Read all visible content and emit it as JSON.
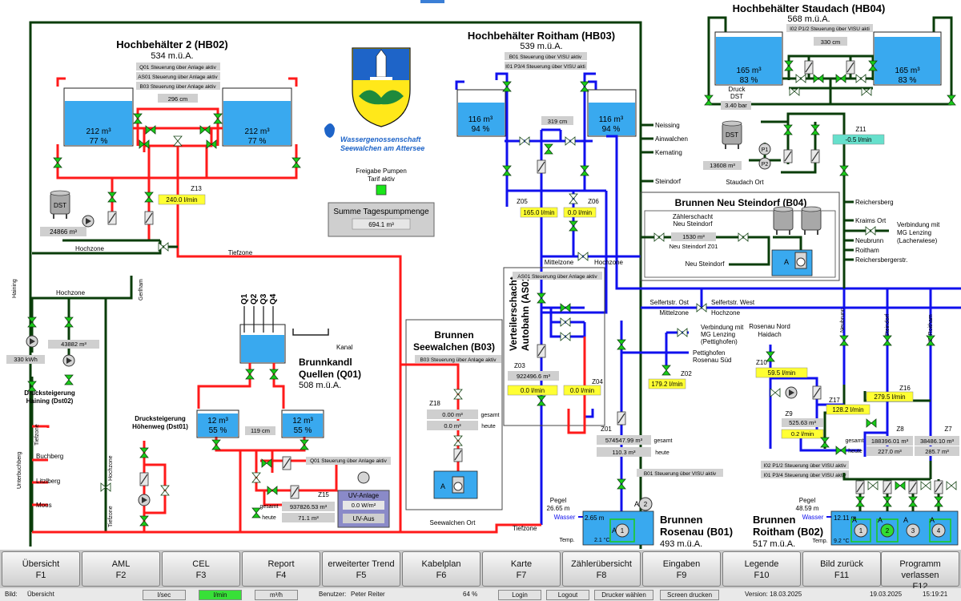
{
  "colors": {
    "red": "#ff1a1a",
    "blue": "#1010ee",
    "green": "#0a3d0a",
    "water": "#39a9ef",
    "valve": "#19cc19",
    "yellow": "#ffff33",
    "cyan": "#66e0cc",
    "grey": "#cfcfcf"
  },
  "hb02": {
    "title": "Hochbehälter 2 (HB02)",
    "elev": "534 m.ü.A.",
    "ctrl": [
      "Q01 Steuerung über Anlage aktiv",
      "AS01 Steuerung über Anlage aktiv",
      "B03 Steuerung über Anlage aktiv"
    ],
    "level": "296 cm",
    "left": {
      "vol": "212 m³",
      "pct": "77 %"
    },
    "right": {
      "vol": "212 m³",
      "pct": "77 %"
    },
    "z13": "Z13",
    "flow": "240.0 l/min",
    "dst": "DST",
    "counter": "24866 m³",
    "hochzone": "Hochzone",
    "tiefzone": "Tiefzone"
  },
  "hb03": {
    "title": "Hochbehälter Roitham (HB03)",
    "elev": "539 m.ü.A.",
    "ctrl": [
      "B01 Steuerung über VISU aktiv",
      "I01 P3/4 Steuerung über VISU akti"
    ],
    "level": "319 cm",
    "left": {
      "vol": "116 m³",
      "pct": "94 %"
    },
    "right": {
      "vol": "116 m³",
      "pct": "94 %"
    },
    "z05": "Z05",
    "z06": "Z06",
    "flow05": "165.0 l/min",
    "flow06": "0.0 l/min",
    "mittelzone": "Mittelzone",
    "hochzone": "Hochzone"
  },
  "hb04": {
    "title": "Hochbehälter Staudach (HB04)",
    "elev": "568 m.ü.A.",
    "ctrl": "I02 P1/2 Steuerung über VISU akti",
    "level": "330 cm",
    "left": {
      "vol": "165 m³",
      "pct": "83 %"
    },
    "right": {
      "vol": "165 m³",
      "pct": "83 %"
    },
    "druck": [
      "Druck",
      "DST"
    ],
    "pressure": "3.40 bar",
    "dst": "DST",
    "counter": "13608 m³",
    "p1": "P1",
    "p2": "P2",
    "z11": "Z11",
    "flow": "-0.5 l/min",
    "staudach": "Staudach Ort"
  },
  "logo": {
    "line1": "Wassergenossenschaft",
    "line2": "Seewalchen am Attersee"
  },
  "pumps": {
    "label1": "Freigabe Pumpen",
    "label2": "Tarif aktiv"
  },
  "summary": {
    "title": "Summe Tagespumpmenge",
    "value": "694.1 m³"
  },
  "network": {
    "neissing": "Neissing",
    "ainwalchen": "Ainwalchen",
    "kemating": "Kemating",
    "steindorf": "Steindorf",
    "reichersberg": "Reichersberg",
    "kraims": "Kraims Ort",
    "lenzing": [
      "Verbindung mit",
      "MG Lenzing",
      "(Lacherwiese)"
    ],
    "neubrunn": "Neubrunn",
    "roitham": "Roitham",
    "reichersbergerstr": "Reichersbergerstr.",
    "selfertst_ost": "Selfertstr. Ost",
    "selfertst_west": "Selfertstr. West",
    "mittelzone": "Mittelzone",
    "hochzone": "Hochzone",
    "lenzing2": [
      "Verbindung mit",
      "MG Lenzing",
      "(Pettighofen)"
    ],
    "pettighofen": [
      "Pettighofen",
      "Rosenau Süd"
    ],
    "haining": "Haining",
    "hochzone_l": "Hochzone",
    "gerlham": "Gerlham",
    "tiefzone_b": "Tiefzone",
    "seewalchen_ort": "Seewalchen Ort",
    "tiefzone_r": "Tiefzone",
    "unterbuchberg": "Unterbuchberg",
    "buchberg": "Buchberg",
    "litzlberg": "Litzlberg",
    "moos": "Moos",
    "tiefzone_v": "Tiefzone",
    "hochzone_v": "Hochzone",
    "tiefzone_v2": "Tiefzone",
    "vneubrunn": "Neubrunn",
    "vsteindorf": "Steindorf",
    "vroitham": "HB Roitham"
  },
  "b04": {
    "title": "Brunnen Neu Steindorf (B04)",
    "zs": [
      "Zählerschacht",
      "Neu Steindorf"
    ],
    "counter": "1530 m³",
    "z01": "Neu Steindorf Z01",
    "ort": "Neu Steindorf",
    "a": "A"
  },
  "dst02": {
    "kwh": "330 kWh",
    "counter": "43882 m³",
    "title": [
      "Drucksteigerung",
      "Haining (Dst02)"
    ]
  },
  "dst01": {
    "title": [
      "Drucksteigerung",
      "Höhenweg (Dst01)"
    ]
  },
  "q01": {
    "q": [
      "Q1",
      "Q2",
      "Q3",
      "Q4"
    ],
    "kanal": "Kanal",
    "title": [
      "Brunnkandl",
      "Quellen (Q01)"
    ],
    "elev": "508 m.ü.A.",
    "left": {
      "vol": "12 m³",
      "pct": "55 %"
    },
    "right": {
      "vol": "12 m³",
      "pct": "55 %"
    },
    "level": "119 cm",
    "ctrl": "Q01 Steuerung über Anlage aktiv",
    "z15": "Z15",
    "gesamt_l": "gesamt",
    "gesamt": "937826.53 m³",
    "heute_l": "heute",
    "heute": "71.1 m³",
    "uv": {
      "title": "UV-Anlage",
      "value": "0.0 W/m²",
      "status": "UV-Aus"
    }
  },
  "b03": {
    "title": [
      "Brunnen",
      "Seewalchen (B03)"
    ],
    "ctrl": "B03 Steuerung über Anlage aktiv",
    "z18": "Z18",
    "gesamt": "0.00 m³",
    "heute": "0.0 m³",
    "gesamt_l": "gesamt",
    "heute_l": "heute",
    "a": "A"
  },
  "as01": {
    "title": [
      "Verteilerschacht",
      "Autobahn (AS01"
    ],
    "ctrl": "AS01 Steuerung über Anlage aktiv",
    "z03": "Z03",
    "counter": "922496.6 m³",
    "flow03": "0.0 l/min",
    "z04": "Z04",
    "flow04": "0.0 l/min"
  },
  "z02": {
    "label": "Z02",
    "flow": "179.2 l/min"
  },
  "b01": {
    "z01": "Z01",
    "gesamt": "574547.99 m³",
    "gesamt_l": "gesamt",
    "heute": "110.3 m³",
    "heute_l": "heute",
    "ctrl": "B01 Steuerung über VISU aktiv",
    "pegel": "Pegel",
    "pegel_v": "26.65 m",
    "wasser": "Wasser",
    "level": "2.65 m",
    "temp_l": "Temp.",
    "temp": "2.1 °C",
    "title": [
      "Brunnen",
      "Rosenau (B01)"
    ],
    "elev": "493 m.ü.A.",
    "p1": "1",
    "p2": "2",
    "a": "A"
  },
  "b02": {
    "rosenau": [
      "Rosenau Nord",
      "Haidach"
    ],
    "z10": "Z10",
    "flow10": "59.5 l/min",
    "z9": "Z9",
    "counter9": "525.63 m³",
    "flow9": "0.2 l/min",
    "z17": "Z17",
    "flow17": "128.2 l/min",
    "z16": "Z16",
    "flow16": "279.5 l/min",
    "z8": "Z8",
    "gesamt8": "188396.01 m³",
    "heute8": "227.0 m³",
    "z7": "Z7",
    "gesamt7": "38486.10 m³",
    "heute7": "285.7 m³",
    "gesamt_l": "gesamt",
    "heute_l": "heute",
    "ctrl": [
      "I02 P1/2 Steuerung über VISU aktiv",
      "I01 P3/4 Steuerung über VISU aktiv"
    ],
    "pegel": "Pegel",
    "pegel_v": "48.59 m",
    "wasser": "Wasser",
    "level": "12.11 m",
    "temp_l": "Temp.",
    "temp": "9.2 °C",
    "title": [
      "Brunnen",
      "Roitham (B02)"
    ],
    "elev": "517 m.ü.A.",
    "pumps": [
      "1",
      "2",
      "3",
      "4"
    ],
    "a": "A"
  },
  "fkeys": [
    {
      "label": "Übersicht",
      "key": "F1"
    },
    {
      "label": "AML",
      "key": "F2"
    },
    {
      "label": "CEL",
      "key": "F3"
    },
    {
      "label": "Report",
      "key": "F4"
    },
    {
      "label": "erweiterter Trend",
      "key": "F5"
    },
    {
      "label": "Kabelplan",
      "key": "F6"
    },
    {
      "label": "Karte",
      "key": "F7"
    },
    {
      "label": "Zählerübersicht",
      "key": "F8"
    },
    {
      "label": "Eingaben",
      "key": "F9"
    },
    {
      "label": "Legende",
      "key": "F10"
    },
    {
      "label": "Bild zurück",
      "key": "F11"
    },
    {
      "label": "Programm verlassen",
      "key": "F12"
    }
  ],
  "status": {
    "bild_l": "Bild:",
    "bild": "Übersicht",
    "unit1": "l/sec",
    "unit2": "l/min",
    "unit3": "m³/h",
    "user_l": "Benutzer:",
    "user": "Peter Reiter",
    "zoom": "64 %",
    "login": "Login",
    "logout": "Logout",
    "printer": "Drucker wählen",
    "print": "Screen drucken",
    "version": "Version: 18.03.2025",
    "date": "19.03.2025",
    "time": "15:19:21"
  }
}
